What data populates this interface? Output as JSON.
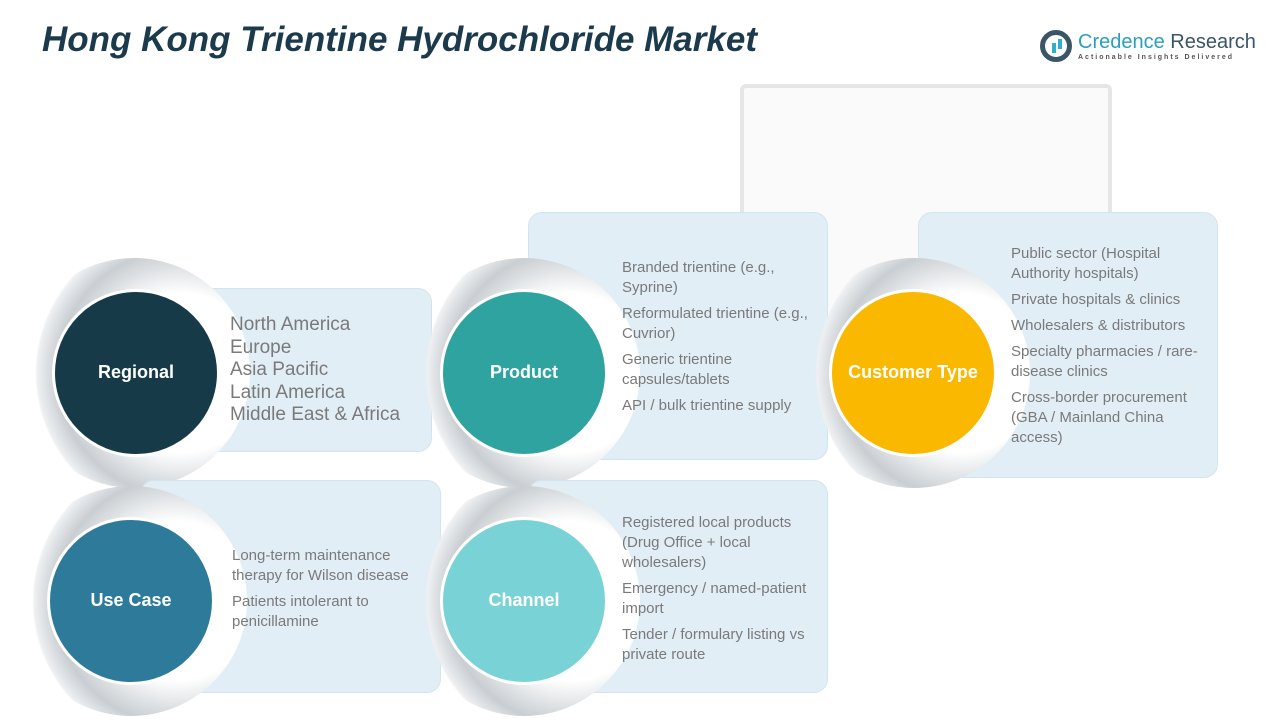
{
  "title": "Hong Kong Trientine Hydrochloride Market",
  "logo": {
    "name_a": "Credence",
    "name_b": " Research",
    "tagline": "Actionable Insights Delivered"
  },
  "segments": {
    "regional": {
      "label": "Regional",
      "color": "#173a48",
      "items": [
        "North America",
        "Europe",
        "Asia Pacific",
        "Latin America",
        "Middle East & Africa"
      ]
    },
    "product": {
      "label": "Product",
      "color": "#2fa3a0",
      "items": [
        "Branded trientine (e.g., Syprine)",
        "Reformulated trientine (e.g., Cuvrior)",
        "Generic trientine capsules/tablets",
        "API / bulk trientine supply"
      ]
    },
    "customer": {
      "label": "Customer Type",
      "color": "#fbb800",
      "items": [
        "Public sector (Hospital Authority hospitals)",
        "Private hospitals & clinics",
        "Wholesalers & distributors",
        "Specialty pharmacies / rare-disease clinics",
        "Cross-border procurement (GBA / Mainland China access)"
      ]
    },
    "usecase": {
      "label": "Use Case",
      "color": "#2e7a9a",
      "items": [
        "Long-term maintenance therapy for Wilson disease",
        "Patients intolerant to penicillamine"
      ]
    },
    "channel": {
      "label": "Channel",
      "color": "#79d3d6",
      "items": [
        "Registered local products (Drug Office + local wholesalers)",
        "Emergency / named-patient import",
        "Tender / formulary listing vs private route"
      ]
    }
  }
}
